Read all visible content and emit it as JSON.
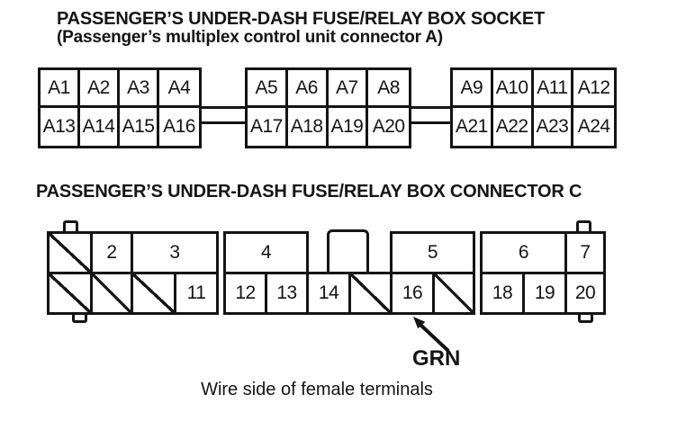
{
  "page": {
    "ink": "#141414",
    "background": "#ffffff",
    "caption": "Wire side of female terminals"
  },
  "socket_a": {
    "title": "PASSENGER’S UNDER-DASH FUSE/RELAY BOX SOCKET",
    "subtitle": "(Passenger’s multiplex control unit connector A)",
    "blocks": [
      {
        "top": [
          "A1",
          "A2",
          "A3",
          "A4"
        ],
        "bottom": [
          "A13",
          "A14",
          "A15",
          "A16"
        ]
      },
      {
        "top": [
          "A5",
          "A6",
          "A7",
          "A8"
        ],
        "bottom": [
          "A17",
          "A18",
          "A19",
          "A20"
        ]
      },
      {
        "top": [
          "A9",
          "A10",
          "A11",
          "A12"
        ],
        "bottom": [
          "A21",
          "A22",
          "A23",
          "A24"
        ]
      }
    ]
  },
  "connector_c": {
    "title": "PASSENGER’S UNDER-DASH FUSE/RELAY BOX CONNECTOR C",
    "row1": [
      {
        "blocked": true,
        "label": ""
      },
      {
        "blocked": false,
        "label": "2"
      },
      {
        "blocked": false,
        "label": "3"
      },
      {
        "blocked": false,
        "label": "4"
      },
      {
        "blocked": false,
        "label": "5"
      },
      {
        "blocked": false,
        "label": "6"
      },
      {
        "blocked": false,
        "label": "7"
      }
    ],
    "row2": [
      {
        "blocked": true,
        "label": ""
      },
      {
        "blocked": true,
        "label": ""
      },
      {
        "blocked": true,
        "label": ""
      },
      {
        "blocked": false,
        "label": "11"
      },
      {
        "blocked": false,
        "label": "12"
      },
      {
        "blocked": false,
        "label": "13"
      },
      {
        "blocked": false,
        "label": "14"
      },
      {
        "blocked": true,
        "label": ""
      },
      {
        "blocked": false,
        "label": "16"
      },
      {
        "blocked": true,
        "label": ""
      },
      {
        "blocked": false,
        "label": "18"
      },
      {
        "blocked": false,
        "label": "19"
      },
      {
        "blocked": false,
        "label": "20"
      }
    ],
    "wire_color_label": "GRN"
  }
}
